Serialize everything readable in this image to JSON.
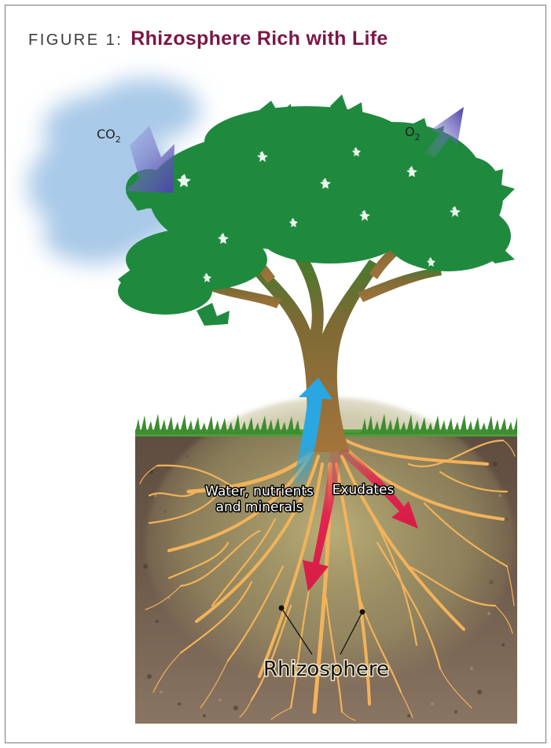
{
  "figure": {
    "label": "FIGURE 1",
    "separator": ":",
    "title": "Rhizosphere Rich with Life"
  },
  "labels": {
    "co2": "CO",
    "co2_sub": "2",
    "o2": "O",
    "o2_sub": "2",
    "water_line1": "Water, nutrients",
    "water_line2": "and minerals",
    "exudates": "Exudates",
    "rhizosphere": "Rhizosphere"
  },
  "colors": {
    "title_accent": "#7b1747",
    "foliage": "#1f8a3e",
    "trunk": "#8a6434",
    "soil": "#6b5848",
    "roots": "#f3b35a",
    "water_arrow": "#29a8e0",
    "exudate_arrow": "#e0264e",
    "gas_arrow": "#5a53b0",
    "cloud": "#a9c9e8"
  }
}
